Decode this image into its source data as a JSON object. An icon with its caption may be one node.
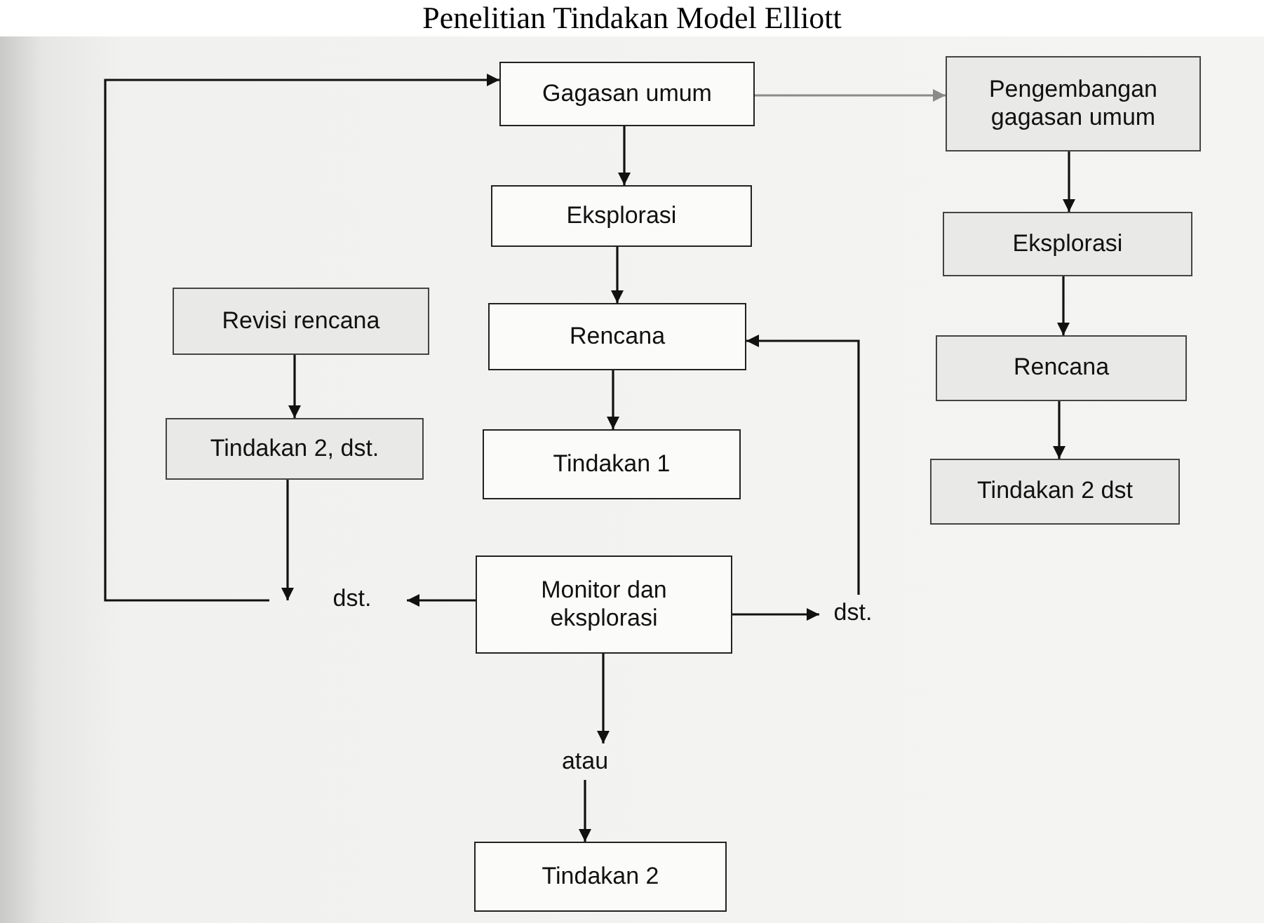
{
  "diagram": {
    "title": "Penelitian Tindakan Model Elliott",
    "nodes": [
      {
        "text": [
          "Gagasan umum"
        ]
      },
      {
        "text": [
          "Pengembangan gagasan umum"
        ]
      },
      {
        "text": [
          "Eksplorasi"
        ]
      },
      {
        "text": [
          "Eksplorasi"
        ]
      },
      {
        "text": [
          "Revisi rencana"
        ]
      },
      {
        "text": [
          "Rencana"
        ]
      },
      {
        "text": [
          "Rencana"
        ]
      },
      {
        "text": [
          "Tindakan 2, dst."
        ]
      },
      {
        "text": [
          "Tindakan 1"
        ]
      },
      {
        "text": [
          "Tindakan 2 dst"
        ]
      },
      {
        "text": [
          "dst."
        ]
      },
      {
        "text": [
          "Monitor dan eksplorasi"
        ]
      },
      {
        "text": [
          "dst."
        ]
      },
      {
        "text": [
          "atau"
        ]
      },
      {
        "text": [
          "Tindakan 2"
        ]
      }
    ],
    "edges": [
      {
        "from": 0,
        "to": 1,
        "arrow": "to",
        "color": "#8a8a8a"
      },
      {
        "from": 0,
        "to": 2,
        "arrow": "to"
      },
      {
        "from": 2,
        "to": 5,
        "arrow": "to"
      },
      {
        "from": 5,
        "to": 8,
        "arrow": "to"
      },
      {
        "from": 1,
        "to": 3,
        "arrow": "to"
      },
      {
        "from": 3,
        "to": 6,
        "arrow": "to"
      },
      {
        "from": 6,
        "to": 9,
        "arrow": "to"
      },
      {
        "from": 4,
        "to": 7,
        "arrow": "to"
      },
      {
        "from": 7,
        "to": 10,
        "arrow": "to"
      },
      {
        "from": 10,
        "to": 0,
        "arrow": "to"
      },
      {
        "from": 11,
        "to": 10,
        "arrow": "to"
      },
      {
        "from": 11,
        "to": 12,
        "arrow": "to"
      },
      {
        "from": 12,
        "to": 5,
        "arrow": "to"
      },
      {
        "from": 11,
        "to": 13,
        "arrow": "to"
      },
      {
        "from": 13,
        "to": 14,
        "arrow": "to"
      }
    ]
  }
}
